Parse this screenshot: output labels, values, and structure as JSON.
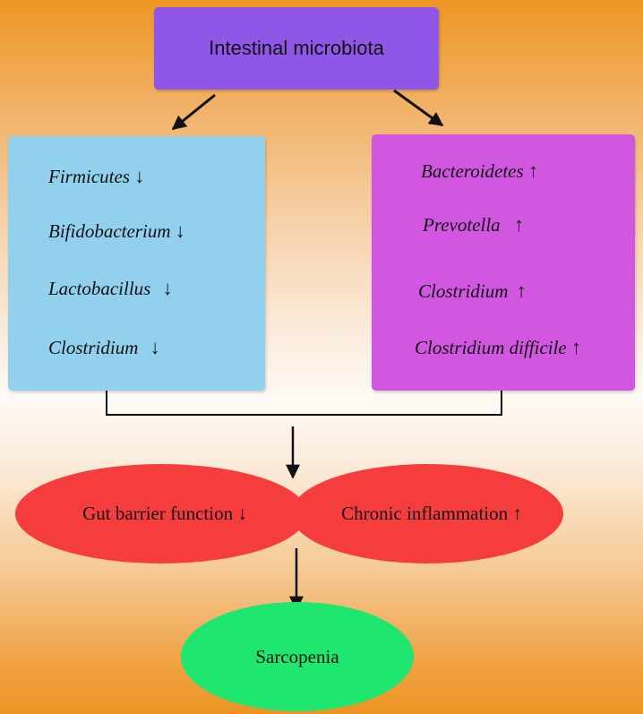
{
  "colors": {
    "top_box": "#8f56e7",
    "left_box": "#91d1ee",
    "right_box": "#d157e0",
    "red_ellipse": "#f63d3d",
    "green_ellipse": "#1ee66f",
    "background_edge": "#ed9623",
    "background_center": "#fffaf5"
  },
  "top": {
    "label": "Intestinal microbiota"
  },
  "decreased": {
    "items": [
      {
        "taxon": "Firmicutes",
        "arrow": "↓"
      },
      {
        "taxon": "Bifidobacterium",
        "arrow": "↓"
      },
      {
        "taxon": "Lactobacillus",
        "arrow": "↓"
      },
      {
        "taxon": "Clostridium",
        "arrow": "↓"
      }
    ]
  },
  "increased": {
    "items": [
      {
        "taxon": "Bacteroidetes",
        "arrow": "↑"
      },
      {
        "taxon": "Prevotella",
        "arrow": "↑"
      },
      {
        "taxon": "Clostridium",
        "arrow": "↑"
      },
      {
        "taxon": "Clostridium difficile",
        "arrow": "↑"
      }
    ]
  },
  "effects": {
    "left_label": "Gut barrier function ↓",
    "right_label": "Chronic inflammation ↑"
  },
  "outcome": {
    "label": "Sarcopenia"
  }
}
